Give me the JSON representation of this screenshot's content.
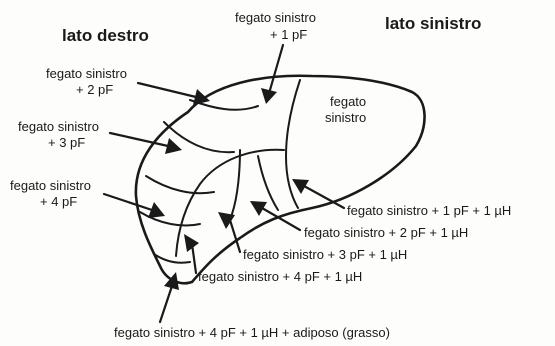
{
  "headings": {
    "right_side": "lato destro",
    "left_side": "lato sinistro"
  },
  "labels": {
    "top_line1": "fegato sinistro",
    "top_line2": "+ 1 pF",
    "left1_line1": "fegato sinistro",
    "left1_line2": "+ 2 pF",
    "left2_line1": "fegato sinistro",
    "left2_line2": "+ 3 pF",
    "left3_line1": "fegato sinistro",
    "left3_line2": "+ 4 pF",
    "inside_line1": "fegato",
    "inside_line2": "sinistro",
    "right_a": "fegato sinistro + 1 pF + 1 µH",
    "right_b": "fegato sinistro + 2 pF + 1 µH",
    "right_c": "fegato sinistro + 3 pF + 1 µH",
    "right_d": "fegato sinistro + 4 pF + 1 µH",
    "bottom": "fegato sinistro + 4 pF + 1 µH + adiposo (grasso)"
  }
}
